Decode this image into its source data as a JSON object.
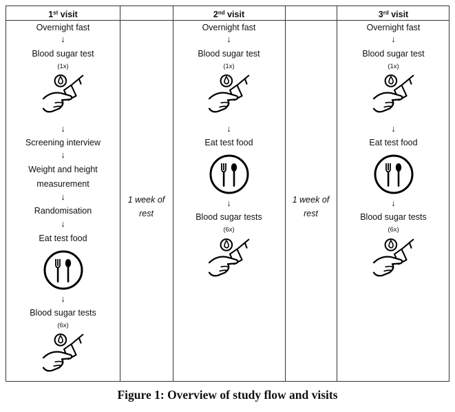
{
  "headers": {
    "visit1": "visit",
    "visit1_ordinal": "1",
    "visit1_suffix": "st",
    "visit2_ordinal": "2",
    "visit2_suffix": "nd",
    "visit2": "visit",
    "visit3_ordinal": "3",
    "visit3_suffix": "rd",
    "visit3": "visit"
  },
  "visit1": {
    "overnight_fast": "Overnight fast",
    "blood_sugar_test": "Blood sugar test",
    "count_1x": "(1x)",
    "screening_interview": "Screening interview",
    "weight_height_1": "Weight and height",
    "weight_height_2": "measurement",
    "randomisation": "Randomisation",
    "eat_test_food": "Eat test food",
    "blood_sugar_tests": "Blood sugar tests",
    "count_6x": "(6x)"
  },
  "rest1": {
    "line1": "1 week of",
    "line2": "rest"
  },
  "visit2": {
    "overnight_fast": "Overnight fast",
    "blood_sugar_test": "Blood sugar test",
    "count_1x": "(1x)",
    "eat_test_food": "Eat test food",
    "blood_sugar_tests": "Blood sugar tests",
    "count_6x": "(6x)"
  },
  "rest2": {
    "line1": "1 week of",
    "line2": "rest"
  },
  "visit3": {
    "overnight_fast": "Overnight fast",
    "blood_sugar_test": "Blood sugar test",
    "count_1x": "(1x)",
    "eat_test_food": "Eat test food",
    "blood_sugar_tests": "Blood sugar tests",
    "count_6x": "(6x)"
  },
  "arrow_glyph": "↓",
  "caption": "Figure 1: Overview of study flow and visits"
}
